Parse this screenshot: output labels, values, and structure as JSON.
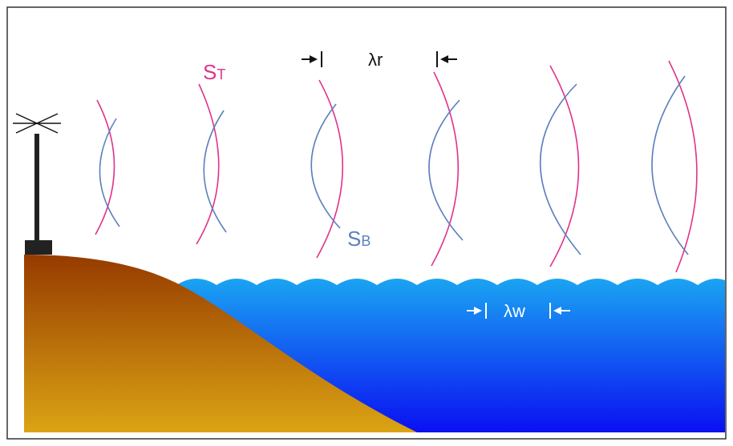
{
  "labels": {
    "s_top": "S",
    "s_top_sub": "T",
    "s_bottom": "S",
    "s_bottom_sub": "B",
    "lambda_r": "λr",
    "lambda_w": "λw"
  },
  "colors": {
    "frame": "#333333",
    "s_top_curve": "#e0338a",
    "s_bottom_curve": "#5b7fbe",
    "land_top": "#963a00",
    "land_bottom": "#dba414",
    "water_top": "#1aa4f2",
    "water_bottom": "#0a10f2",
    "antenna": "#222222",
    "arrow_dark": "#111111",
    "arrow_light": "#ffffff"
  },
  "icons": {
    "antenna": "radar-antenna-icon",
    "arrow_right": "arrow-right-bar-icon",
    "arrow_left": "bar-arrow-left-icon"
  }
}
